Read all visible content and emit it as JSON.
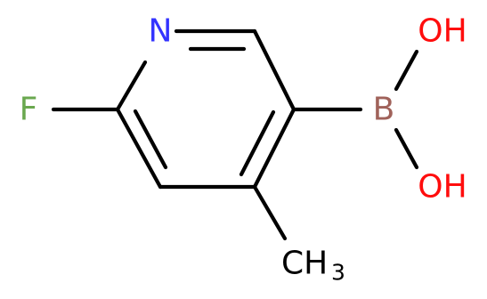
{
  "molecule": {
    "atoms": {
      "nitrogen": "N",
      "fluorine": "F",
      "boron": "B",
      "hydroxyl_top": "OH",
      "hydroxyl_bottom": "OH",
      "methyl": "CH",
      "methyl_subscript": "3"
    },
    "colors": {
      "bond": "#000000",
      "nitrogen": "#3333ff",
      "fluorine": "#6aa84f",
      "boron": "#a0625a",
      "oxygen": "#ff0d0d",
      "carbon": "#000000"
    }
  }
}
